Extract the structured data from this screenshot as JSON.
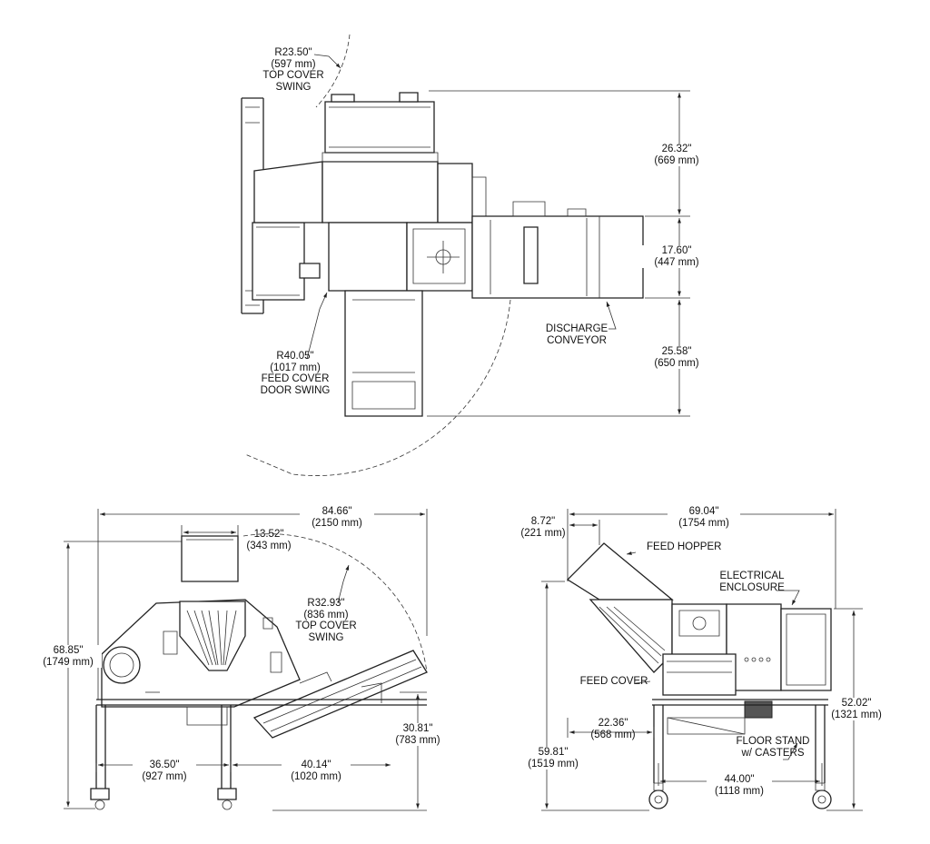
{
  "top_view": {
    "top_cover_swing": [
      "R23.50\"",
      "(597 mm)",
      "TOP COVER",
      "SWING"
    ],
    "feed_cover_door_swing": [
      "R40.05\"",
      "(1017 mm)",
      "FEED COVER",
      "DOOR SWING"
    ],
    "discharge_conveyor": [
      "DISCHARGE",
      "CONVEYOR"
    ],
    "dim_upper": [
      "26.32\"",
      "(669 mm)"
    ],
    "dim_middle": [
      "17.60\"",
      "(447 mm)"
    ],
    "dim_lower": [
      "25.58\"",
      "(650 mm)"
    ]
  },
  "front_view": {
    "overall_width": [
      "84.66\"",
      "(2150 mm)"
    ],
    "hopper_width": [
      "13.52\"",
      "(343 mm)"
    ],
    "top_cover_swing": [
      "R32.93\"",
      "(836 mm)",
      "TOP COVER",
      "SWING"
    ],
    "overall_height": [
      "68.85\"",
      "(1749 mm)"
    ],
    "discharge_height": [
      "30.81\"",
      "(783 mm)"
    ],
    "leg_to_center": [
      "36.50\"",
      "(927 mm)"
    ],
    "center_to_discharge": [
      "40.14\"",
      "(1020 mm)"
    ]
  },
  "side_view": {
    "overall_width": [
      "69.04\"",
      "(1754 mm)"
    ],
    "hopper_overhang": [
      "8.72\"",
      "(221 mm)"
    ],
    "feed_hopper": "FEED HOPPER",
    "electrical_enclosure": [
      "ELECTRICAL",
      "ENCLOSURE"
    ],
    "feed_cover": "FEED COVER",
    "enclosure_height": [
      "52.02\"",
      "(1321 mm)"
    ],
    "hopper_height": [
      "59.81\"",
      "(1519 mm)"
    ],
    "stand_offset": [
      "22.36\"",
      "(568 mm)"
    ],
    "floor_stand": [
      "FLOOR STAND",
      "w/ CASTERS"
    ],
    "caster_span": [
      "44.00\"",
      "(1118 mm)"
    ]
  }
}
